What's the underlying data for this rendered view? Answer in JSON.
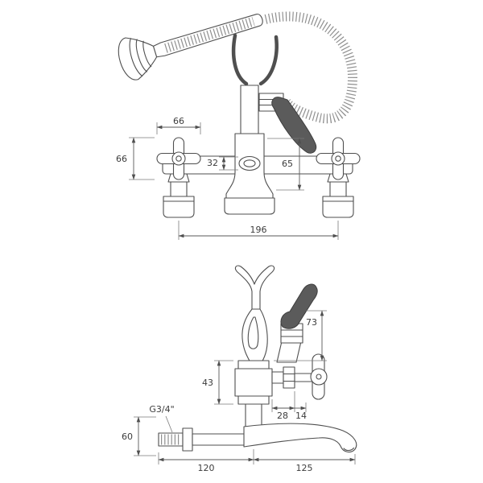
{
  "style": {
    "background": "#ffffff",
    "line_color": "#4f4f4f",
    "lever_fill": "#5b5b5b"
  },
  "front_view": {
    "dims": {
      "w66": "66",
      "h66": "66",
      "d32": "32",
      "d65": "65",
      "d196": "196"
    }
  },
  "side_view": {
    "dims": {
      "d73": "73",
      "d43": "43",
      "d28": "28",
      "d14": "14",
      "d60": "60",
      "d120": "120",
      "d125": "125",
      "thread": "G3/4\""
    }
  }
}
